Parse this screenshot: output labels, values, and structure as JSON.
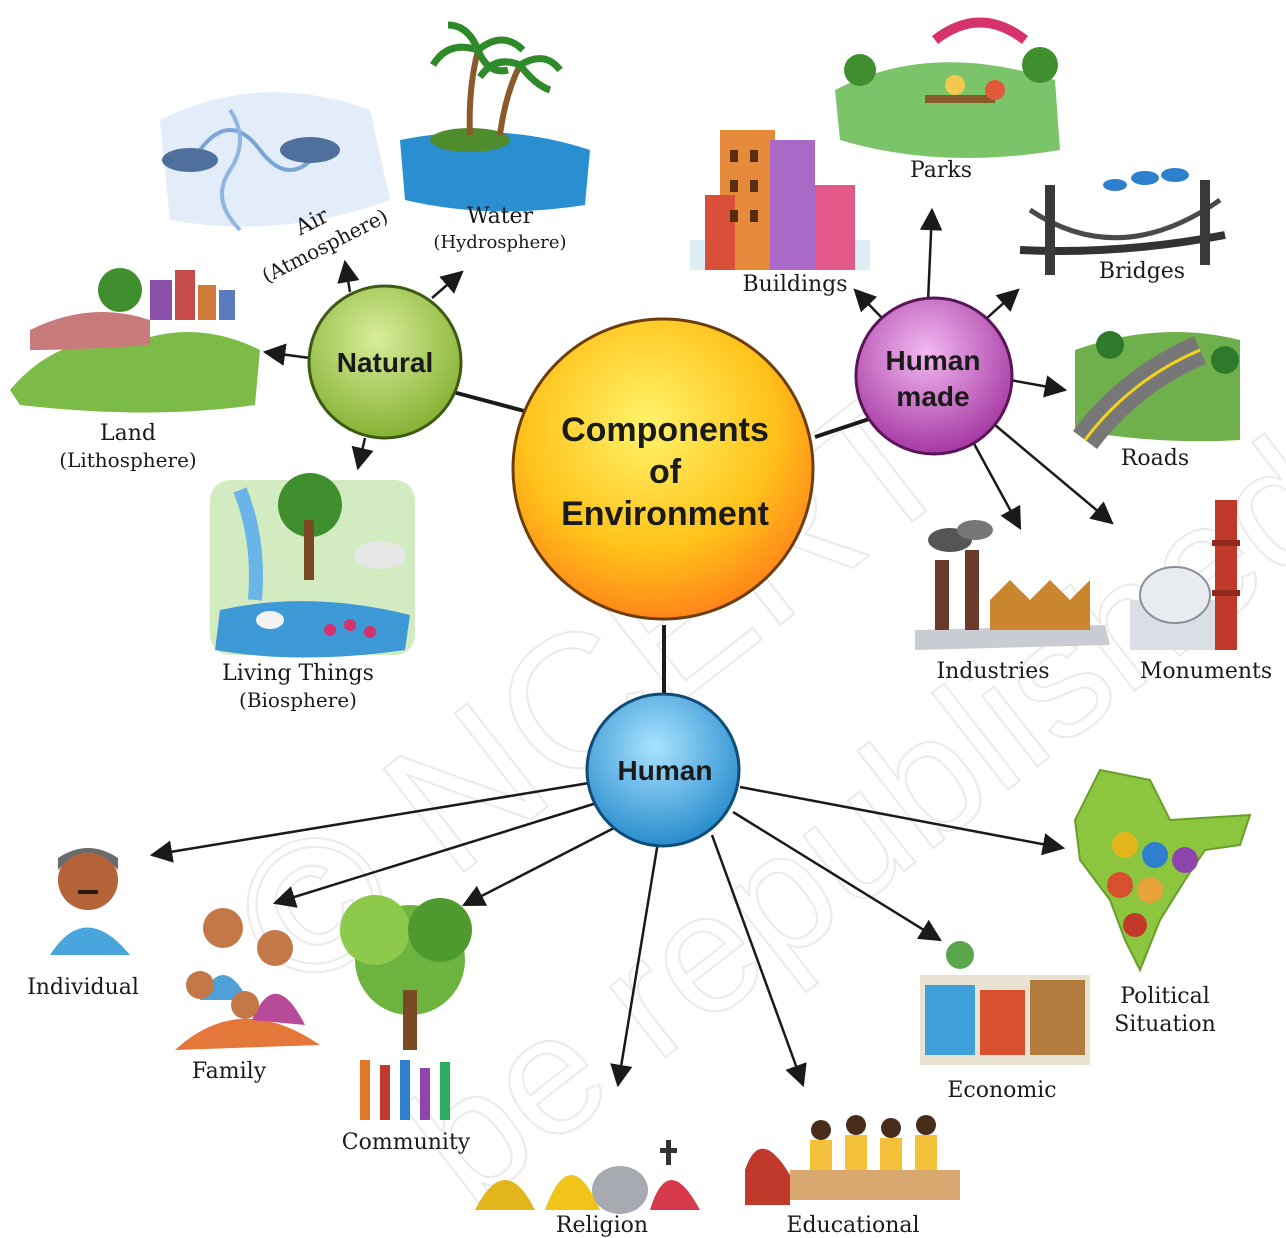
{
  "watermark": {
    "line1": "© NCERT",
    "line2": "be republished"
  },
  "center": {
    "line1": "Components",
    "line2": "of",
    "line3": "Environment"
  },
  "hubs": {
    "natural": "Natural",
    "human_made_line1": "Human",
    "human_made_line2": "made",
    "human": "Human"
  },
  "natural_items": {
    "air": "Air",
    "air_sub": "(Atmosphere)",
    "water": "Water",
    "water_sub": "(Hydrosphere)",
    "land": "Land",
    "land_sub": "(Lithosphere)",
    "living": "Living Things",
    "living_sub": "(Biosphere)"
  },
  "human_made_items": {
    "parks": "Parks",
    "buildings": "Buildings",
    "bridges": "Bridges",
    "roads": "Roads",
    "industries": "Industries",
    "monuments": "Monuments"
  },
  "human_items": {
    "individual": "Individual",
    "family": "Family",
    "community": "Community",
    "religion": "Religion",
    "educational": "Educational",
    "economic": "Economic",
    "political_line1": "Political",
    "political_line2": "Situation"
  },
  "colors": {
    "center_inner": "#fff36b",
    "center_mid": "#ffc21a",
    "center_outer": "#ff7a1a",
    "natural_inner": "#d8ec9a",
    "natural_outer": "#7fae2c",
    "human_made_inner": "#f2b8f0",
    "human_made_outer": "#a0309e",
    "human_inner": "#a9e3ff",
    "human_outer": "#1f86c9",
    "line": "#1a1a1a"
  }
}
